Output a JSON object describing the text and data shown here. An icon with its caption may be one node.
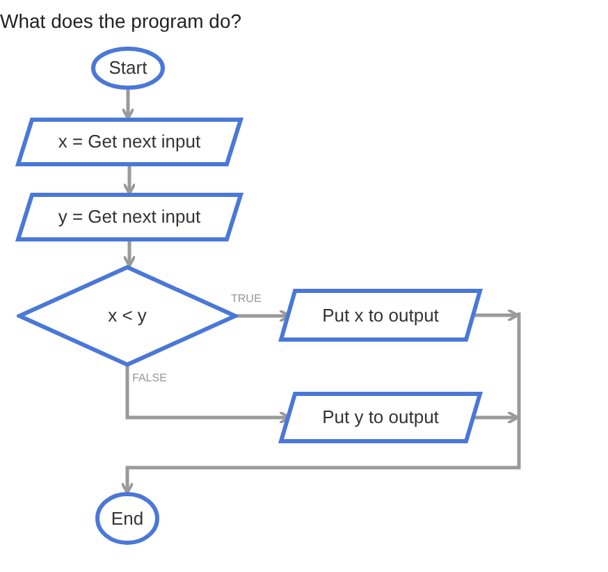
{
  "diagram": {
    "title": "What does the program do?",
    "nodes": [
      {
        "text": [
          "Start"
        ]
      },
      {
        "text": [
          "x = Get next input"
        ]
      },
      {
        "text": [
          "y = Get next input"
        ]
      },
      {
        "text": [
          "x < y"
        ]
      },
      {
        "text": [
          "Put x to output"
        ]
      },
      {
        "text": [
          "Put y to output"
        ]
      },
      {
        "text": [
          "End"
        ]
      }
    ],
    "edges": [
      {
        "from": 0,
        "to": 1,
        "arrow": "to"
      },
      {
        "from": 1,
        "to": 2,
        "arrow": "to"
      },
      {
        "from": 2,
        "to": 3,
        "arrow": "to"
      },
      {
        "from": 3,
        "to": 4,
        "arrow": "to",
        "label": "TRUE"
      },
      {
        "from": 3,
        "to": 5,
        "arrow": "to",
        "label": "FALSE"
      },
      {
        "from": 4,
        "to": 6,
        "arrow": "to"
      },
      {
        "from": 5,
        "to": 6,
        "arrow": "to"
      }
    ]
  }
}
